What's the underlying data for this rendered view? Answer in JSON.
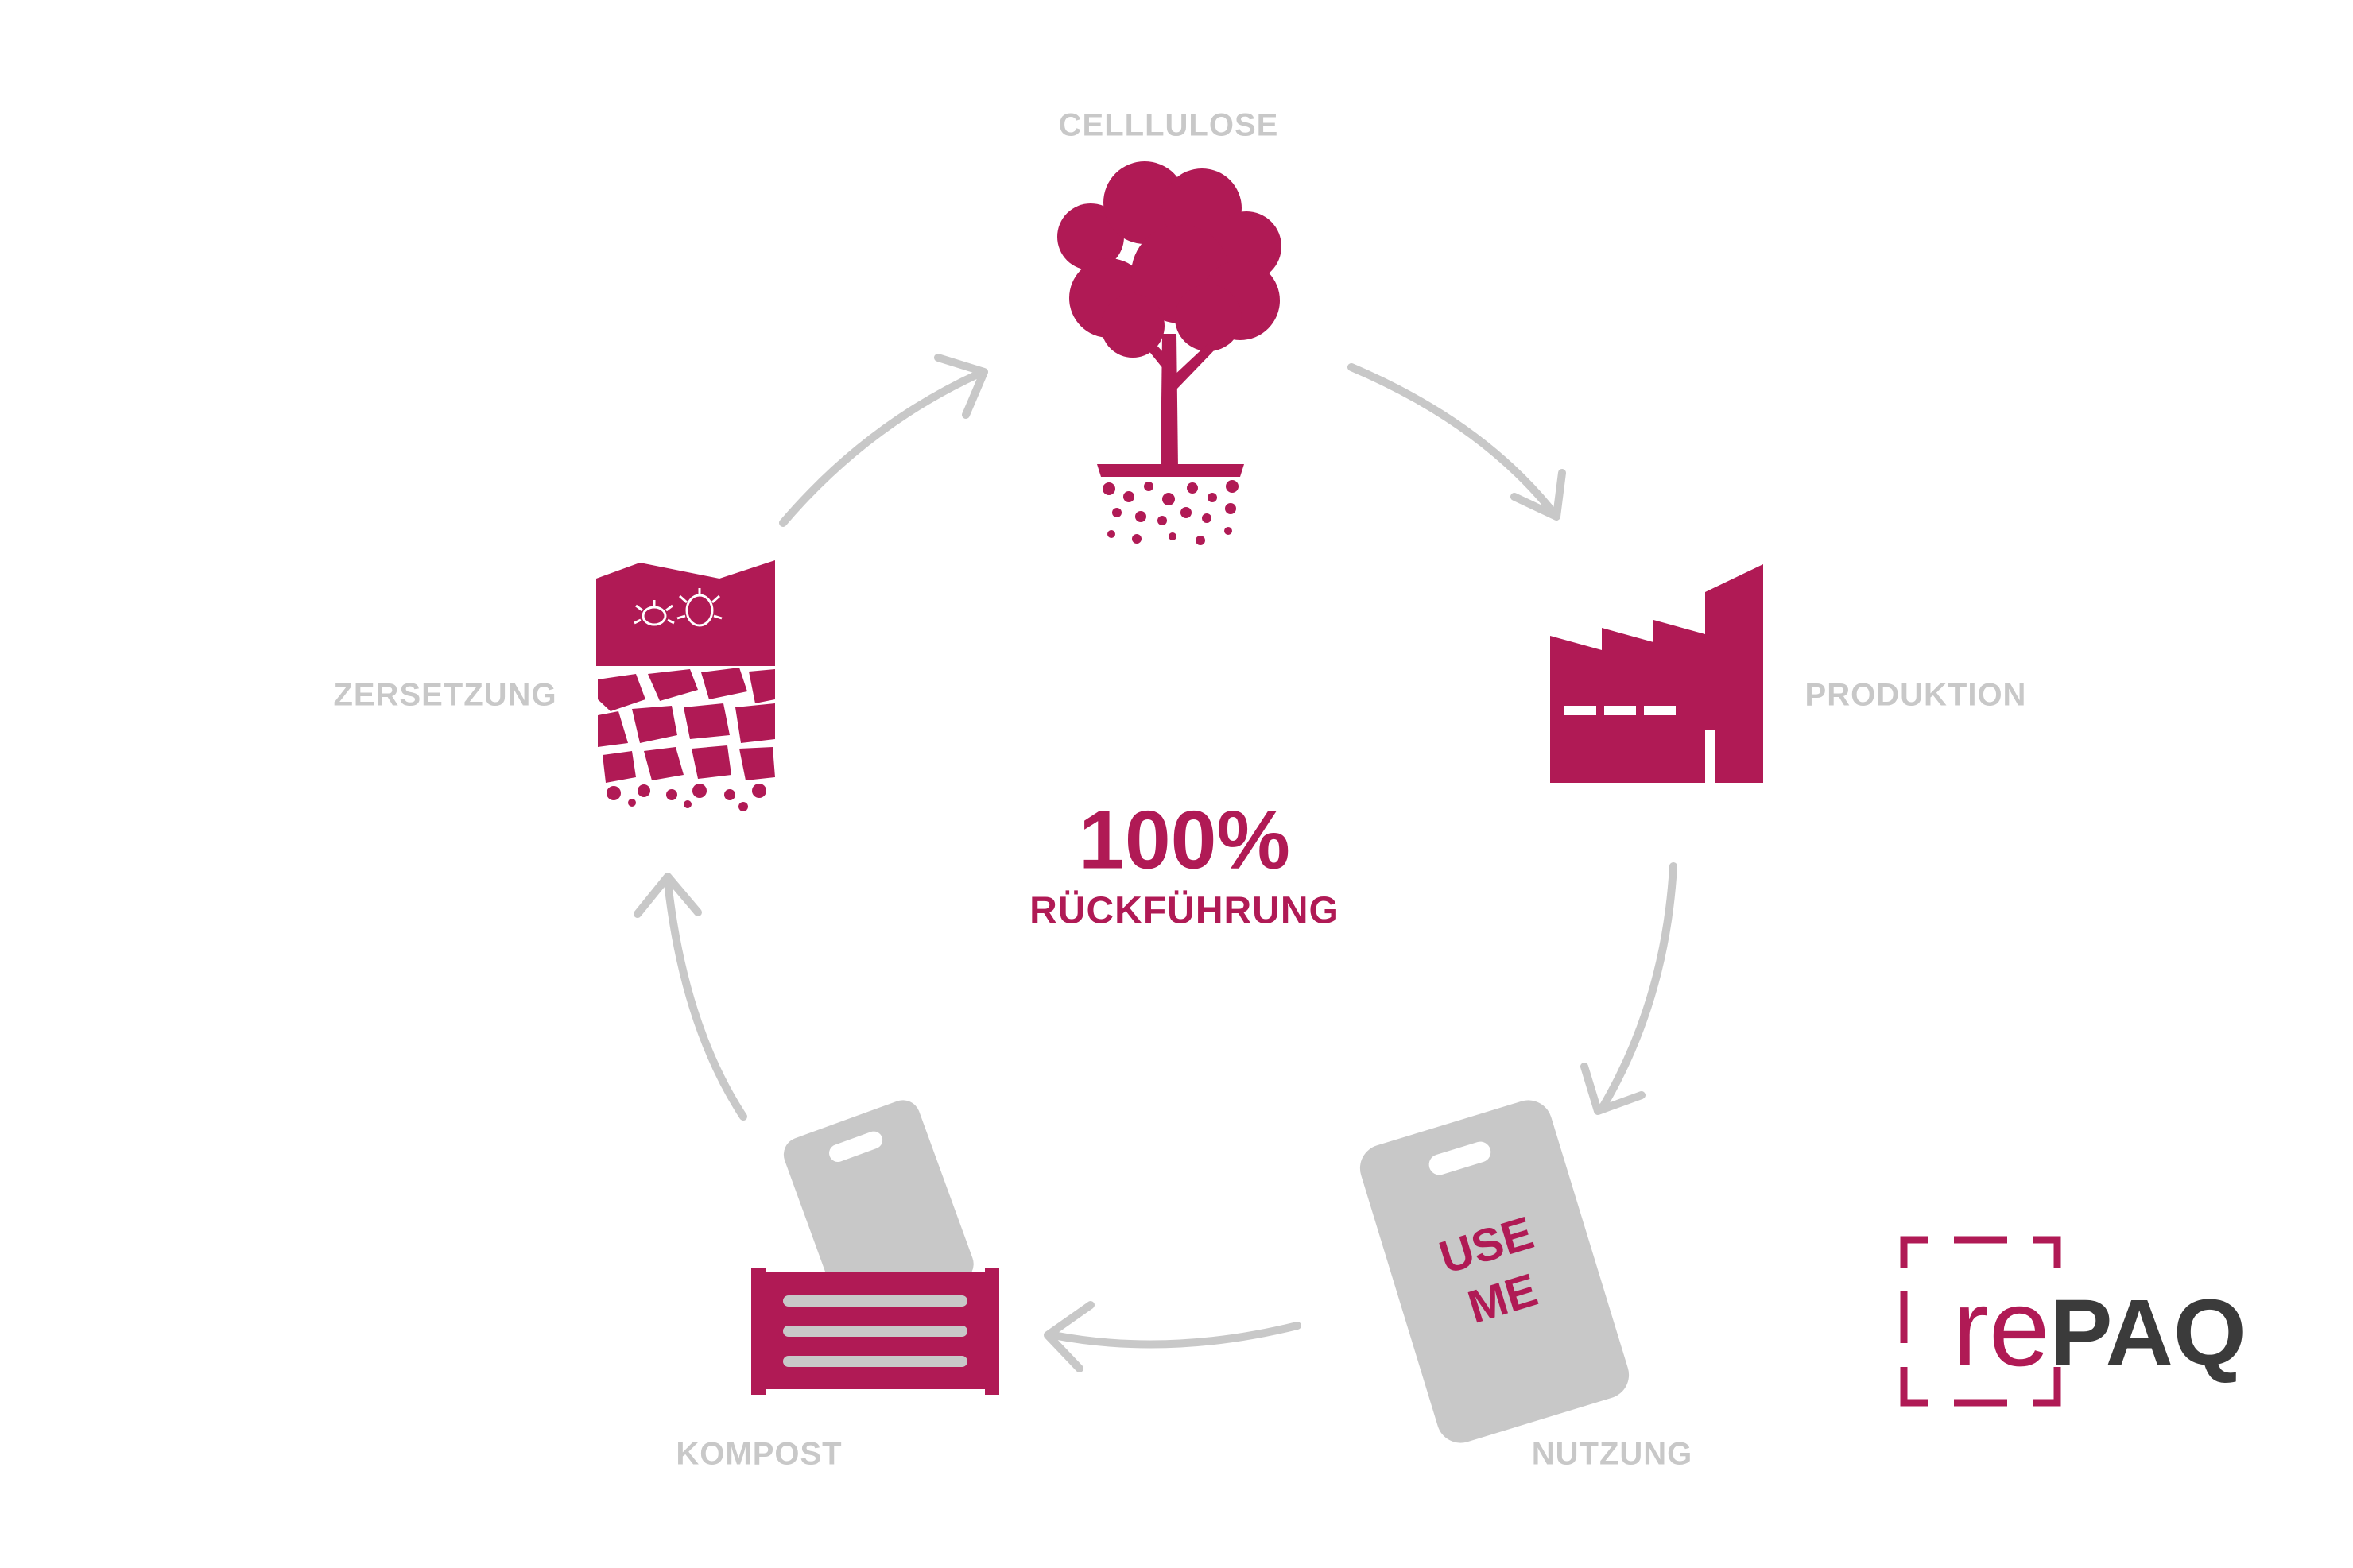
{
  "diagram": {
    "center": {
      "percent": "100%",
      "subtitle": "RÜCKFÜHRUNG"
    },
    "stages": {
      "cellulose": "CELLLULOSE",
      "production": "PRODUKTION",
      "usage": "NUTZUNG",
      "compost": "KOMPOST",
      "decomposition": "ZERSETZUNG"
    },
    "bag_text": {
      "line1": "USE",
      "line2": "ME"
    }
  },
  "logo": {
    "part1": "re",
    "part2": "PAQ"
  },
  "colors": {
    "accent": "#b01a55",
    "grey": "#c8c8c8",
    "dark": "#3b3b3b"
  }
}
